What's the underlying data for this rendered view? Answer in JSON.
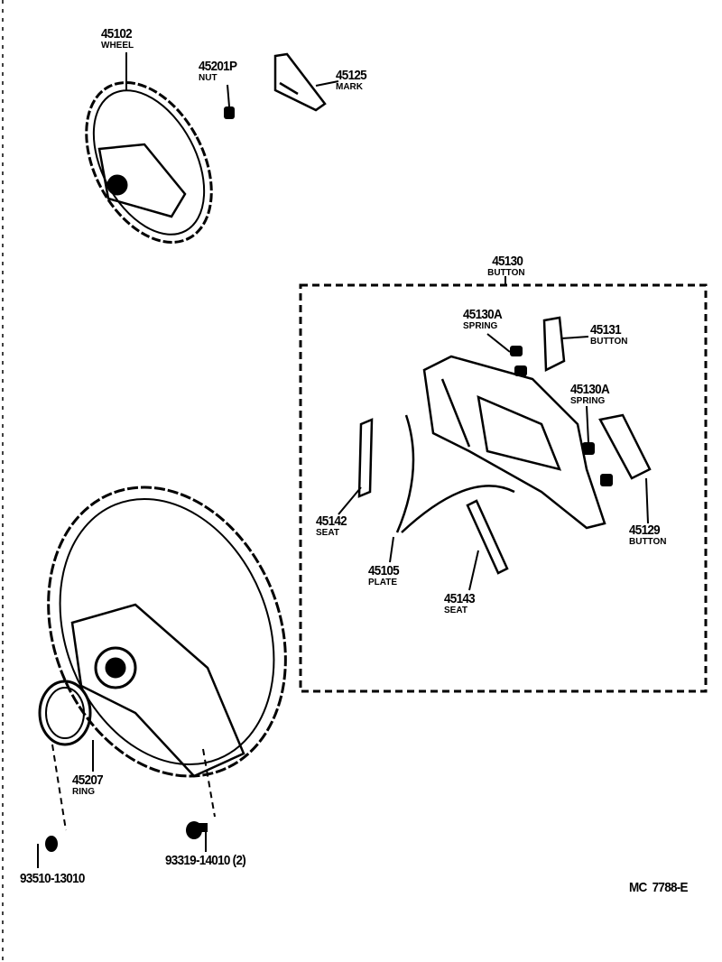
{
  "parts": [
    {
      "number": "45102",
      "name": "WHEEL"
    },
    {
      "number": "45201P",
      "name": "NUT"
    },
    {
      "number": "45125",
      "name": "MARK"
    },
    {
      "number": "45130",
      "name": "BUTTON"
    },
    {
      "number": "45130A",
      "name": "SPRING"
    },
    {
      "number": "45131",
      "name": "BUTTON"
    },
    {
      "number": "45130A",
      "name": "SPRING"
    },
    {
      "number": "45142",
      "name": "SEAT"
    },
    {
      "number": "45105",
      "name": "PLATE"
    },
    {
      "number": "45143",
      "name": "SEAT"
    },
    {
      "number": "45129",
      "name": "BUTTON"
    },
    {
      "number": "45207",
      "name": "RING"
    },
    {
      "number": "93510-13010",
      "name": ""
    },
    {
      "number": "93319-14010 (2)",
      "name": ""
    }
  ],
  "diagram_code": "MC  7788-E"
}
